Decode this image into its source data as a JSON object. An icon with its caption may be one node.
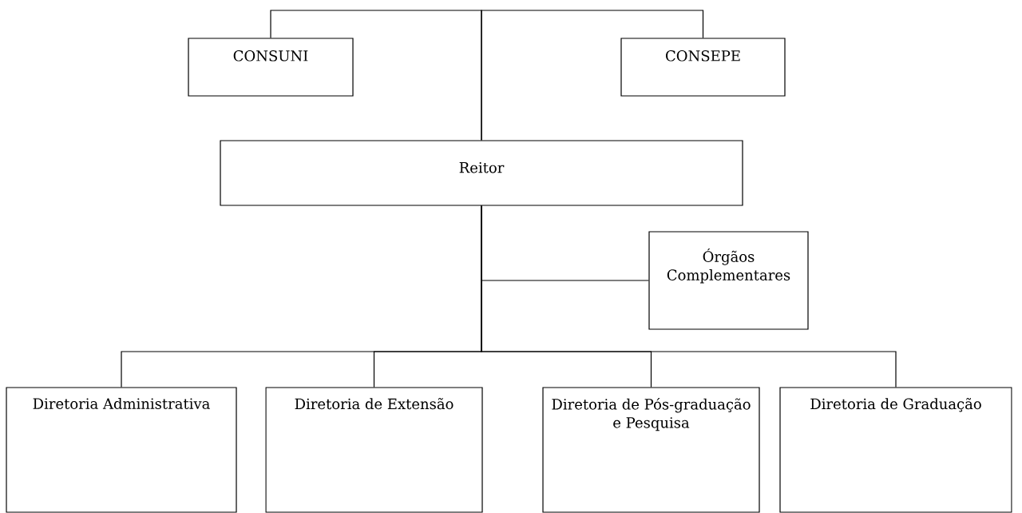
{
  "diagram": {
    "nodes": [
      {
        "text": [
          "CONSUNI"
        ]
      },
      {
        "text": [
          "CONSEPE"
        ]
      },
      {
        "text": [
          "Reitor"
        ]
      },
      {
        "text": [
          "Órgãos Complementares"
        ]
      },
      {
        "text": [
          "Diretoria Administrativa"
        ]
      },
      {
        "text": [
          "Diretoria de Extensão"
        ]
      },
      {
        "text": [
          "Diretoria de Pós-graduação e Pesquisa"
        ]
      },
      {
        "text": [
          "Diretoria de Graduação"
        ]
      }
    ],
    "edges": [
      {
        "from": 2,
        "to": 0,
        "arrow": "none"
      },
      {
        "from": 2,
        "to": 1,
        "arrow": "none"
      },
      {
        "from": 2,
        "to": 3,
        "arrow": "none"
      },
      {
        "from": 2,
        "to": 4,
        "arrow": "none"
      },
      {
        "from": 2,
        "to": 5,
        "arrow": "none"
      },
      {
        "from": 2,
        "to": 6,
        "arrow": "none"
      },
      {
        "from": 2,
        "to": 7,
        "arrow": "none"
      }
    ]
  }
}
